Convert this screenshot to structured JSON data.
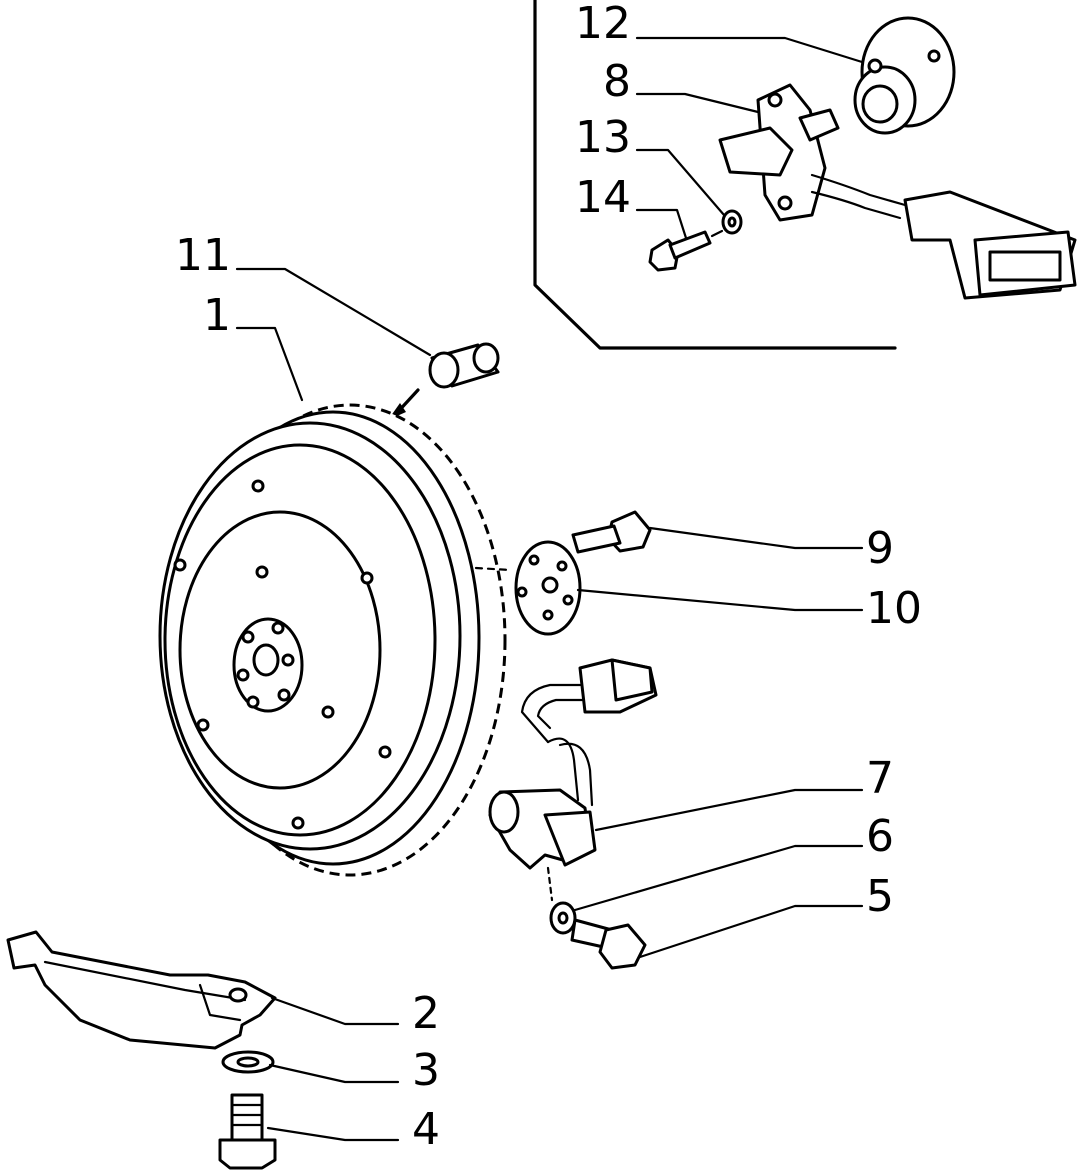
{
  "diagram": {
    "callouts": [
      {
        "id": "1",
        "text": "1"
      },
      {
        "id": "2",
        "text": "2"
      },
      {
        "id": "3",
        "text": "3"
      },
      {
        "id": "4",
        "text": "4"
      },
      {
        "id": "5",
        "text": "5"
      },
      {
        "id": "6",
        "text": "6"
      },
      {
        "id": "7",
        "text": "7"
      },
      {
        "id": "8",
        "text": "8"
      },
      {
        "id": "9",
        "text": "9"
      },
      {
        "id": "10",
        "text": "10"
      },
      {
        "id": "11",
        "text": "11"
      },
      {
        "id": "12",
        "text": "12"
      },
      {
        "id": "13",
        "text": "13"
      },
      {
        "id": "14",
        "text": "14"
      }
    ],
    "colors": {
      "ink": "#000000",
      "paper": "#ffffff"
    }
  }
}
